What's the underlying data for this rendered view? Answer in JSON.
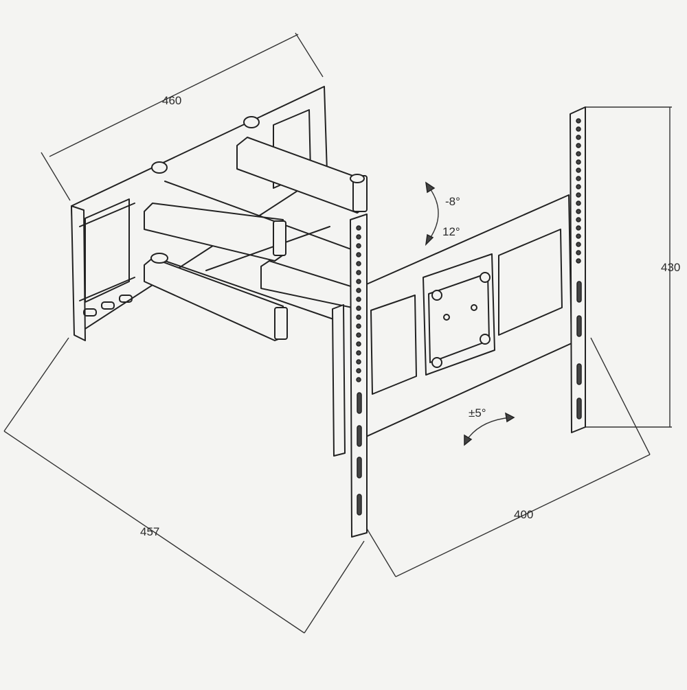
{
  "diagram": {
    "dimensions": {
      "width_top": "460",
      "depth_bottom": "457",
      "height_right": "430",
      "width_plate": "400"
    },
    "angles": {
      "tilt_up": "-8°",
      "tilt_down": "12°",
      "swivel": "±5°"
    }
  },
  "colors": {
    "line": "#222222",
    "background": "#f4f4f2"
  }
}
